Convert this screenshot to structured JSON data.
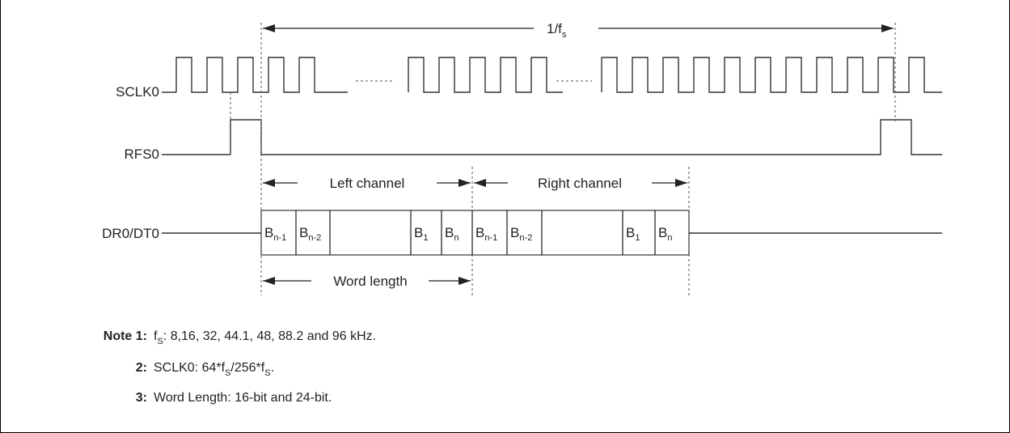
{
  "signals": {
    "sclk": "SCLK0",
    "rfs": "RFS0",
    "data": "DR0/DT0"
  },
  "period_label": {
    "main": "1/f",
    "sub": "s"
  },
  "channels": {
    "left": "Left channel",
    "right": "Right channel",
    "word_length": "Word length"
  },
  "bits": [
    {
      "main": "B",
      "sub": "n-1"
    },
    {
      "main": "B",
      "sub": "n-2"
    },
    {
      "main": "",
      "sub": ""
    },
    {
      "main": "B",
      "sub": "1"
    },
    {
      "main": "B",
      "sub": "n"
    },
    {
      "main": "B",
      "sub": "n-1"
    },
    {
      "main": "B",
      "sub": "n-2"
    },
    {
      "main": "",
      "sub": ""
    },
    {
      "main": "B",
      "sub": "1"
    },
    {
      "main": "B",
      "sub": "n"
    }
  ],
  "notes": {
    "n1_label": "Note 1:",
    "n1_a": "f",
    "n1_a_sub": "S",
    "n1_b": ": 8,16, 32, 44.1, 48, 88.2 and 96 kHz.",
    "n2_label": "2:",
    "n2_a": "SCLK0: 64*f",
    "n2_a_sub": "S",
    "n2_b": "/256*f",
    "n2_b_sub": "S",
    "n2_c": ".",
    "n3_label": "3:",
    "n3_a": "Word Length: 16-bit and 24-bit."
  }
}
